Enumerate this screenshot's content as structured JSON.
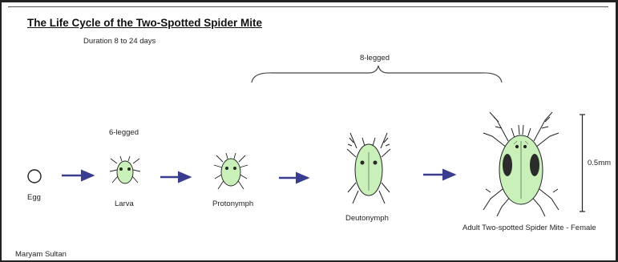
{
  "title": "The Life Cycle of the Two-Spotted Spider Mite",
  "duration": "Duration 8 to 24 days",
  "eight_legged": "8-legged",
  "six_legged": "6-legged",
  "scale_label": "0.5mm",
  "author": "Maryam Sultan",
  "stages": [
    {
      "label": "Egg"
    },
    {
      "label": "Larva"
    },
    {
      "label": "Protonymph"
    },
    {
      "label": "Deutonymph"
    },
    {
      "label": "Adult Two-spotted Spider Mite - Female"
    }
  ],
  "colors": {
    "mite_body": "#c9f0b8",
    "arrow": "#3a3d8f",
    "outline": "#222222",
    "spot": "#2b2b2b"
  }
}
